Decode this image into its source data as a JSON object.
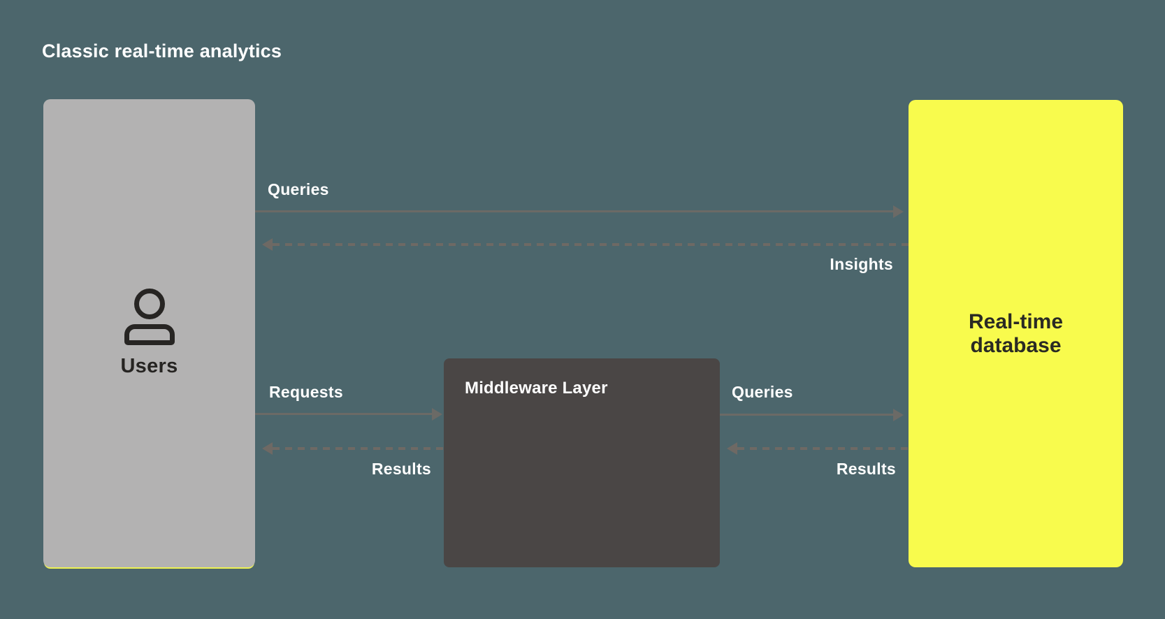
{
  "title": "Classic real-time analytics",
  "nodes": {
    "users": {
      "label": "Users",
      "icon": "user-icon",
      "color": "#b3b2b2"
    },
    "middleware": {
      "label": "Middleware Layer",
      "color": "#4a4645"
    },
    "database": {
      "label": "Real-time database",
      "color": "#f8fb4d"
    }
  },
  "edges": [
    {
      "label": "Queries",
      "from": "users",
      "to": "database",
      "style": "solid"
    },
    {
      "label": "Insights",
      "from": "database",
      "to": "users",
      "style": "dashed"
    },
    {
      "label": "Requests",
      "from": "users",
      "to": "middleware",
      "style": "solid"
    },
    {
      "label": "Results",
      "from": "middleware",
      "to": "users",
      "style": "dashed"
    },
    {
      "label": "Queries",
      "from": "middleware",
      "to": "database",
      "style": "solid"
    },
    {
      "label": "Results",
      "from": "database",
      "to": "middleware",
      "style": "dashed"
    }
  ],
  "colors": {
    "background": "#4c666c",
    "arrow_solid": "#6b6a66",
    "arrow_dashed": "#6e6964",
    "title_text": "#ffffff",
    "users_accent_underline": "#eef253"
  }
}
